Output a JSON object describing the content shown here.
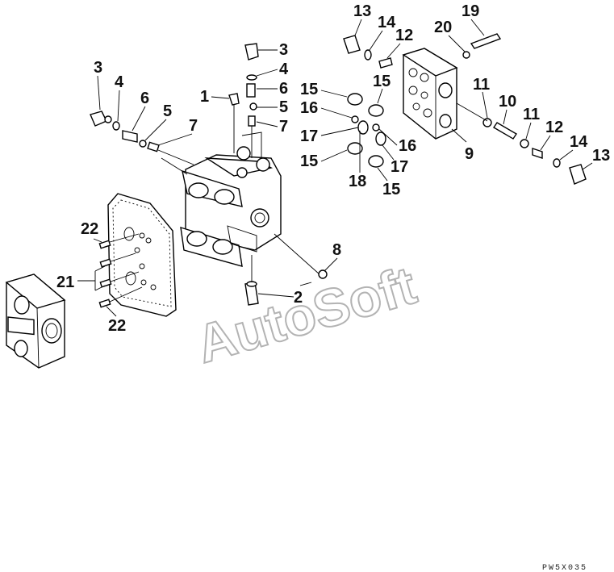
{
  "callouts": {
    "c1": "1",
    "c2": "2",
    "c3a": "3",
    "c3b": "3",
    "c4a": "4",
    "c4b": "4",
    "c5a": "5",
    "c5b": "5",
    "c6a": "6",
    "c6b": "6",
    "c7a": "7",
    "c7b": "7",
    "c8": "8",
    "c9": "9",
    "c10": "10",
    "c11a": "11",
    "c11b": "11",
    "c12a": "12",
    "c12b": "12",
    "c13a": "13",
    "c13b": "13",
    "c14a": "14",
    "c14b": "14",
    "c15a": "15",
    "c15b": "15",
    "c15c": "15",
    "c15d": "15",
    "c16a": "16",
    "c16b": "16",
    "c17a": "17",
    "c17b": "17",
    "c18": "18",
    "c19": "19",
    "c20": "20",
    "c21": "21",
    "c22a": "22",
    "c22b": "22"
  },
  "watermark": "AutoSoft",
  "drawing_code": "PW5X035",
  "colors": {
    "ink": "#000000",
    "watermark": "#b3b3b3",
    "leader_accent": "#2a3fd1"
  }
}
